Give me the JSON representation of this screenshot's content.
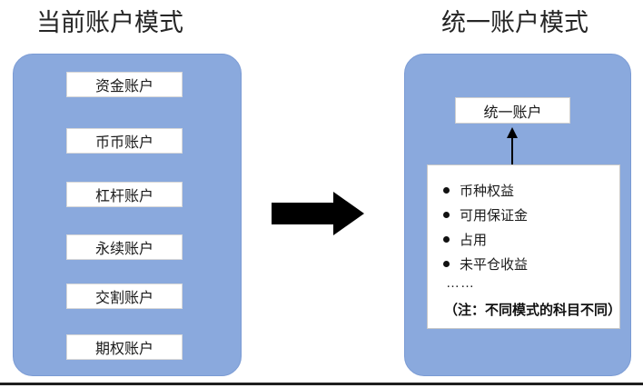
{
  "diagram": {
    "left_panel": {
      "title": "当前账户模式",
      "accounts": [
        {
          "label": "资金账户"
        },
        {
          "label": "币币账户"
        },
        {
          "label": "杠杆账户"
        },
        {
          "label": "永续账户"
        },
        {
          "label": "交割账户"
        },
        {
          "label": "期权账户"
        }
      ]
    },
    "transition": {
      "icon": "right-block-arrow"
    },
    "right_panel": {
      "title": "统一账户模式",
      "unified_account_label": "统一账户",
      "connector_icon": "up-arrow",
      "items": [
        {
          "label": "币种权益"
        },
        {
          "label": "可用保证金"
        },
        {
          "label": "占用"
        },
        {
          "label": "未平仓收益"
        }
      ],
      "ellipsis": "……",
      "note": "（注：不同模式的科目不同）"
    },
    "colors": {
      "panel_fill": "#8aa9dd",
      "panel_border": "#7b9bd4",
      "box_fill": "#ffffff",
      "arrow": "#000000",
      "text": "#1a1a1a",
      "rule": "#1f1f1f"
    }
  }
}
